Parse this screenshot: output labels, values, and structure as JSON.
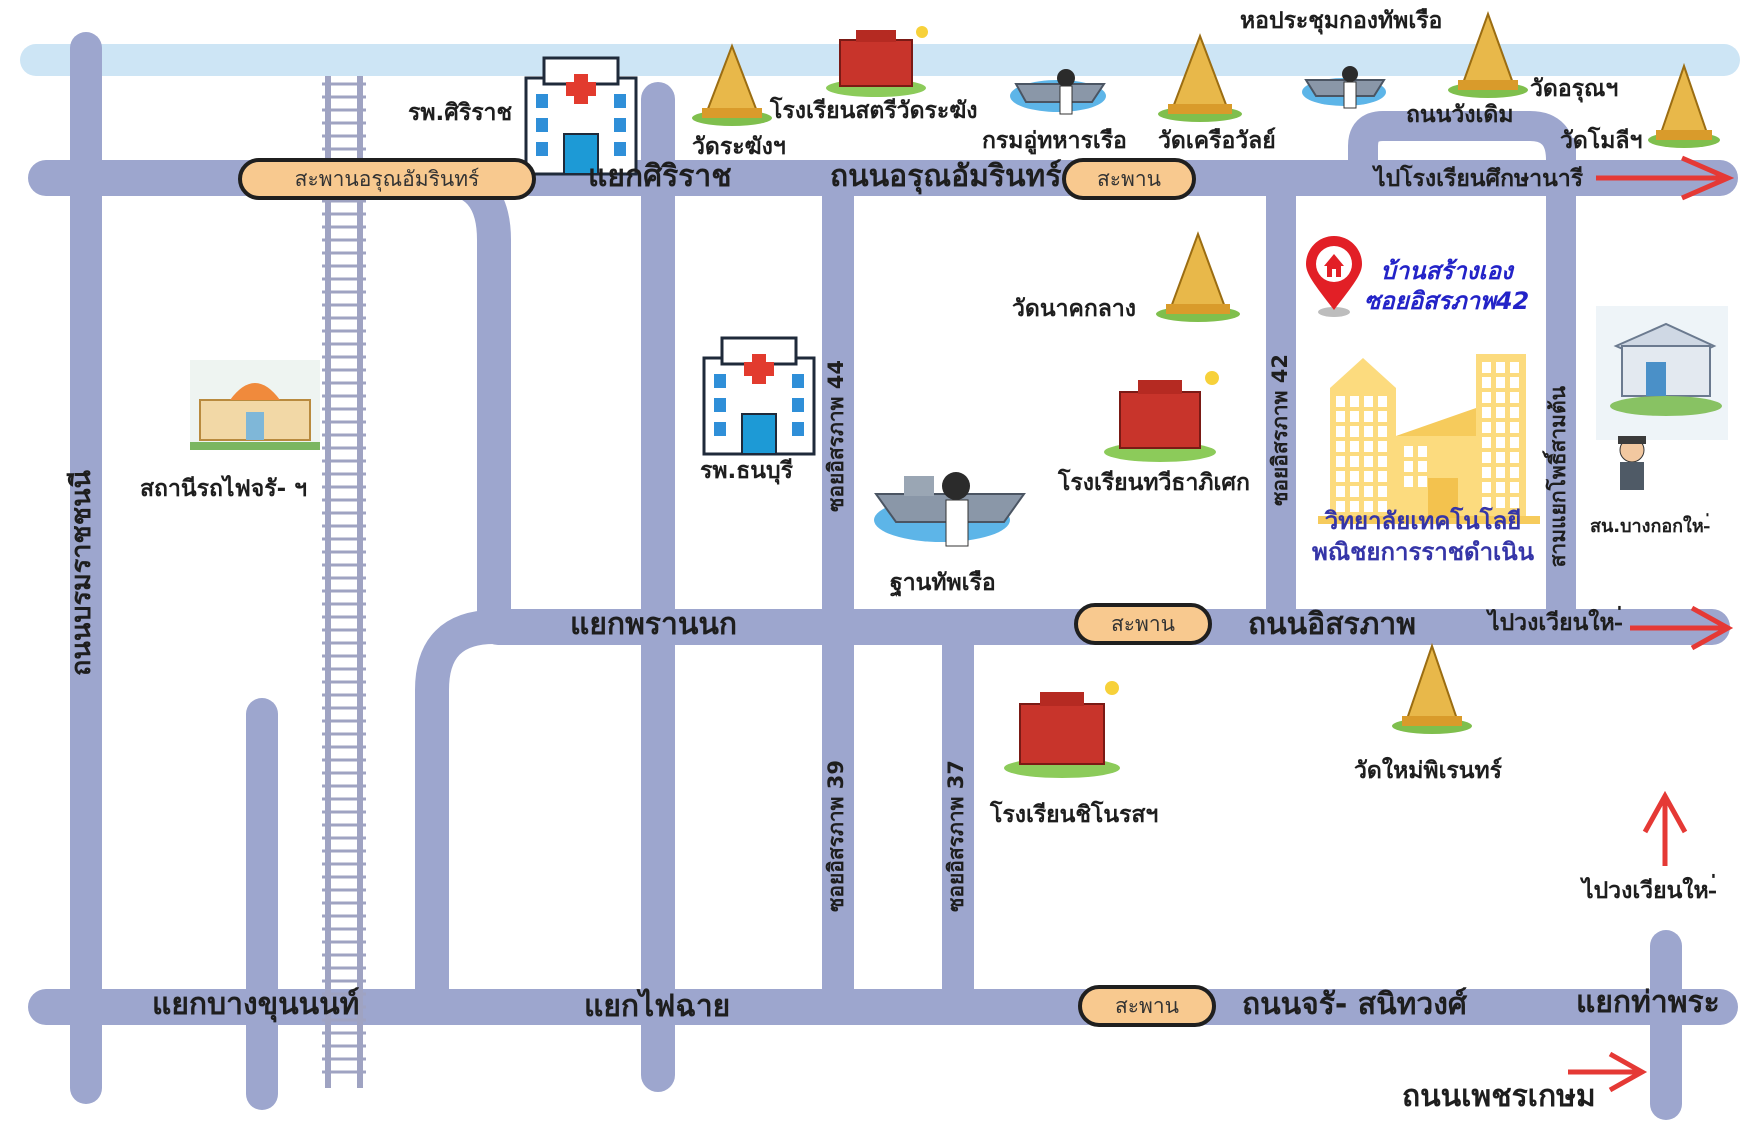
{
  "colors": {
    "road": "#9da6ce",
    "river": "#cde5f5",
    "rail": "#9fa3c2",
    "bridge_fill": "#f8c98f",
    "arrow": "#e53935",
    "pin": "#e21f26",
    "building": "#fcdb7e",
    "home_text": "#2323c8",
    "college_text": "#3535a8"
  },
  "roads": {
    "arun_amarin": "ถนนอรุณอัมรินทร์",
    "itsaraphap": "ถนนอิสรภาพ",
    "charan_sanitwong": "ถนนจรั- สนิทวงศ์",
    "wang_doem": "ถนนวังเดิม",
    "borommaratchachonnani": "ถนนบรมราชชนนี",
    "phet_kasem": "ถนนเพชรเกษม"
  },
  "intersections": {
    "siriraj": "แยกศิริราช",
    "phran_nok": "แยกพรานนก",
    "bang_khun_non": "แยกบางขุนนนท์",
    "fai_chai": "แยกไฟฉาย",
    "tha_phra": "แยกท่าพระ",
    "sam_yaek_pho_sam_ton": "สามแยกโพธิ์สามต้น"
  },
  "sois": {
    "soi44": "ซอยอิสรภาพ 44",
    "soi42": "ซอยอิสรภาพ 42",
    "soi39": "ซอยอิสรภาพ 39",
    "soi37": "ซอยอิสรภาพ 37"
  },
  "bridges": {
    "arun_amarin_bridge": "สะพานอรุณอัมรินทร์",
    "bridge_top": "สะพาน",
    "bridge_mid": "สะพาน",
    "bridge_bottom": "สะพาน"
  },
  "places": {
    "siriraj_hospital": "รพ.ศิริราช",
    "wat_rakhang": "วัดระฆังฯ",
    "sri_wat_rakhang_school": "โรงเรียนสตรีวัดระฆัง",
    "naval_dept": "กรมอู่ทหารเรือ",
    "wat_khruawan": "วัดเครือวัลย์",
    "navy_hall": "หอประชุมกองทัพเรือ",
    "wat_arun": "วัดอรุณฯ",
    "wat_moli": "วัดโมลีฯ",
    "to_suksanaree": "ไปโรงเรียนศึกษานารี",
    "wat_nak_klang": "วัดนาคกลาง",
    "home_line1": "บ้านสร้างเอง",
    "home_line2": "ซอยอิสรภาพ42",
    "thonburi_hospital": "รพ.ธนบุรี",
    "navy_base": "ฐานทัพเรือ",
    "wiset_school": "โรงเรียนทวีธาภิเศก",
    "college_line1": "วิทยาลัยเทคโนโลยี",
    "college_line2": "พณิชยการราชดำเนิน",
    "railway_station": "สถานีรถไฟจรั- ฯ",
    "police_station": "สน.บางกอกให-่",
    "to_wongwian_yai_1": "ไปวงเวียนให-่",
    "wat_mai_phirenthon": "วัดใหม่พิเรนทร์",
    "chinorot_school": "โรงเรียนชิโนรสฯ",
    "to_wongwian_yai_2": "ไปวงเวียนให-่"
  }
}
